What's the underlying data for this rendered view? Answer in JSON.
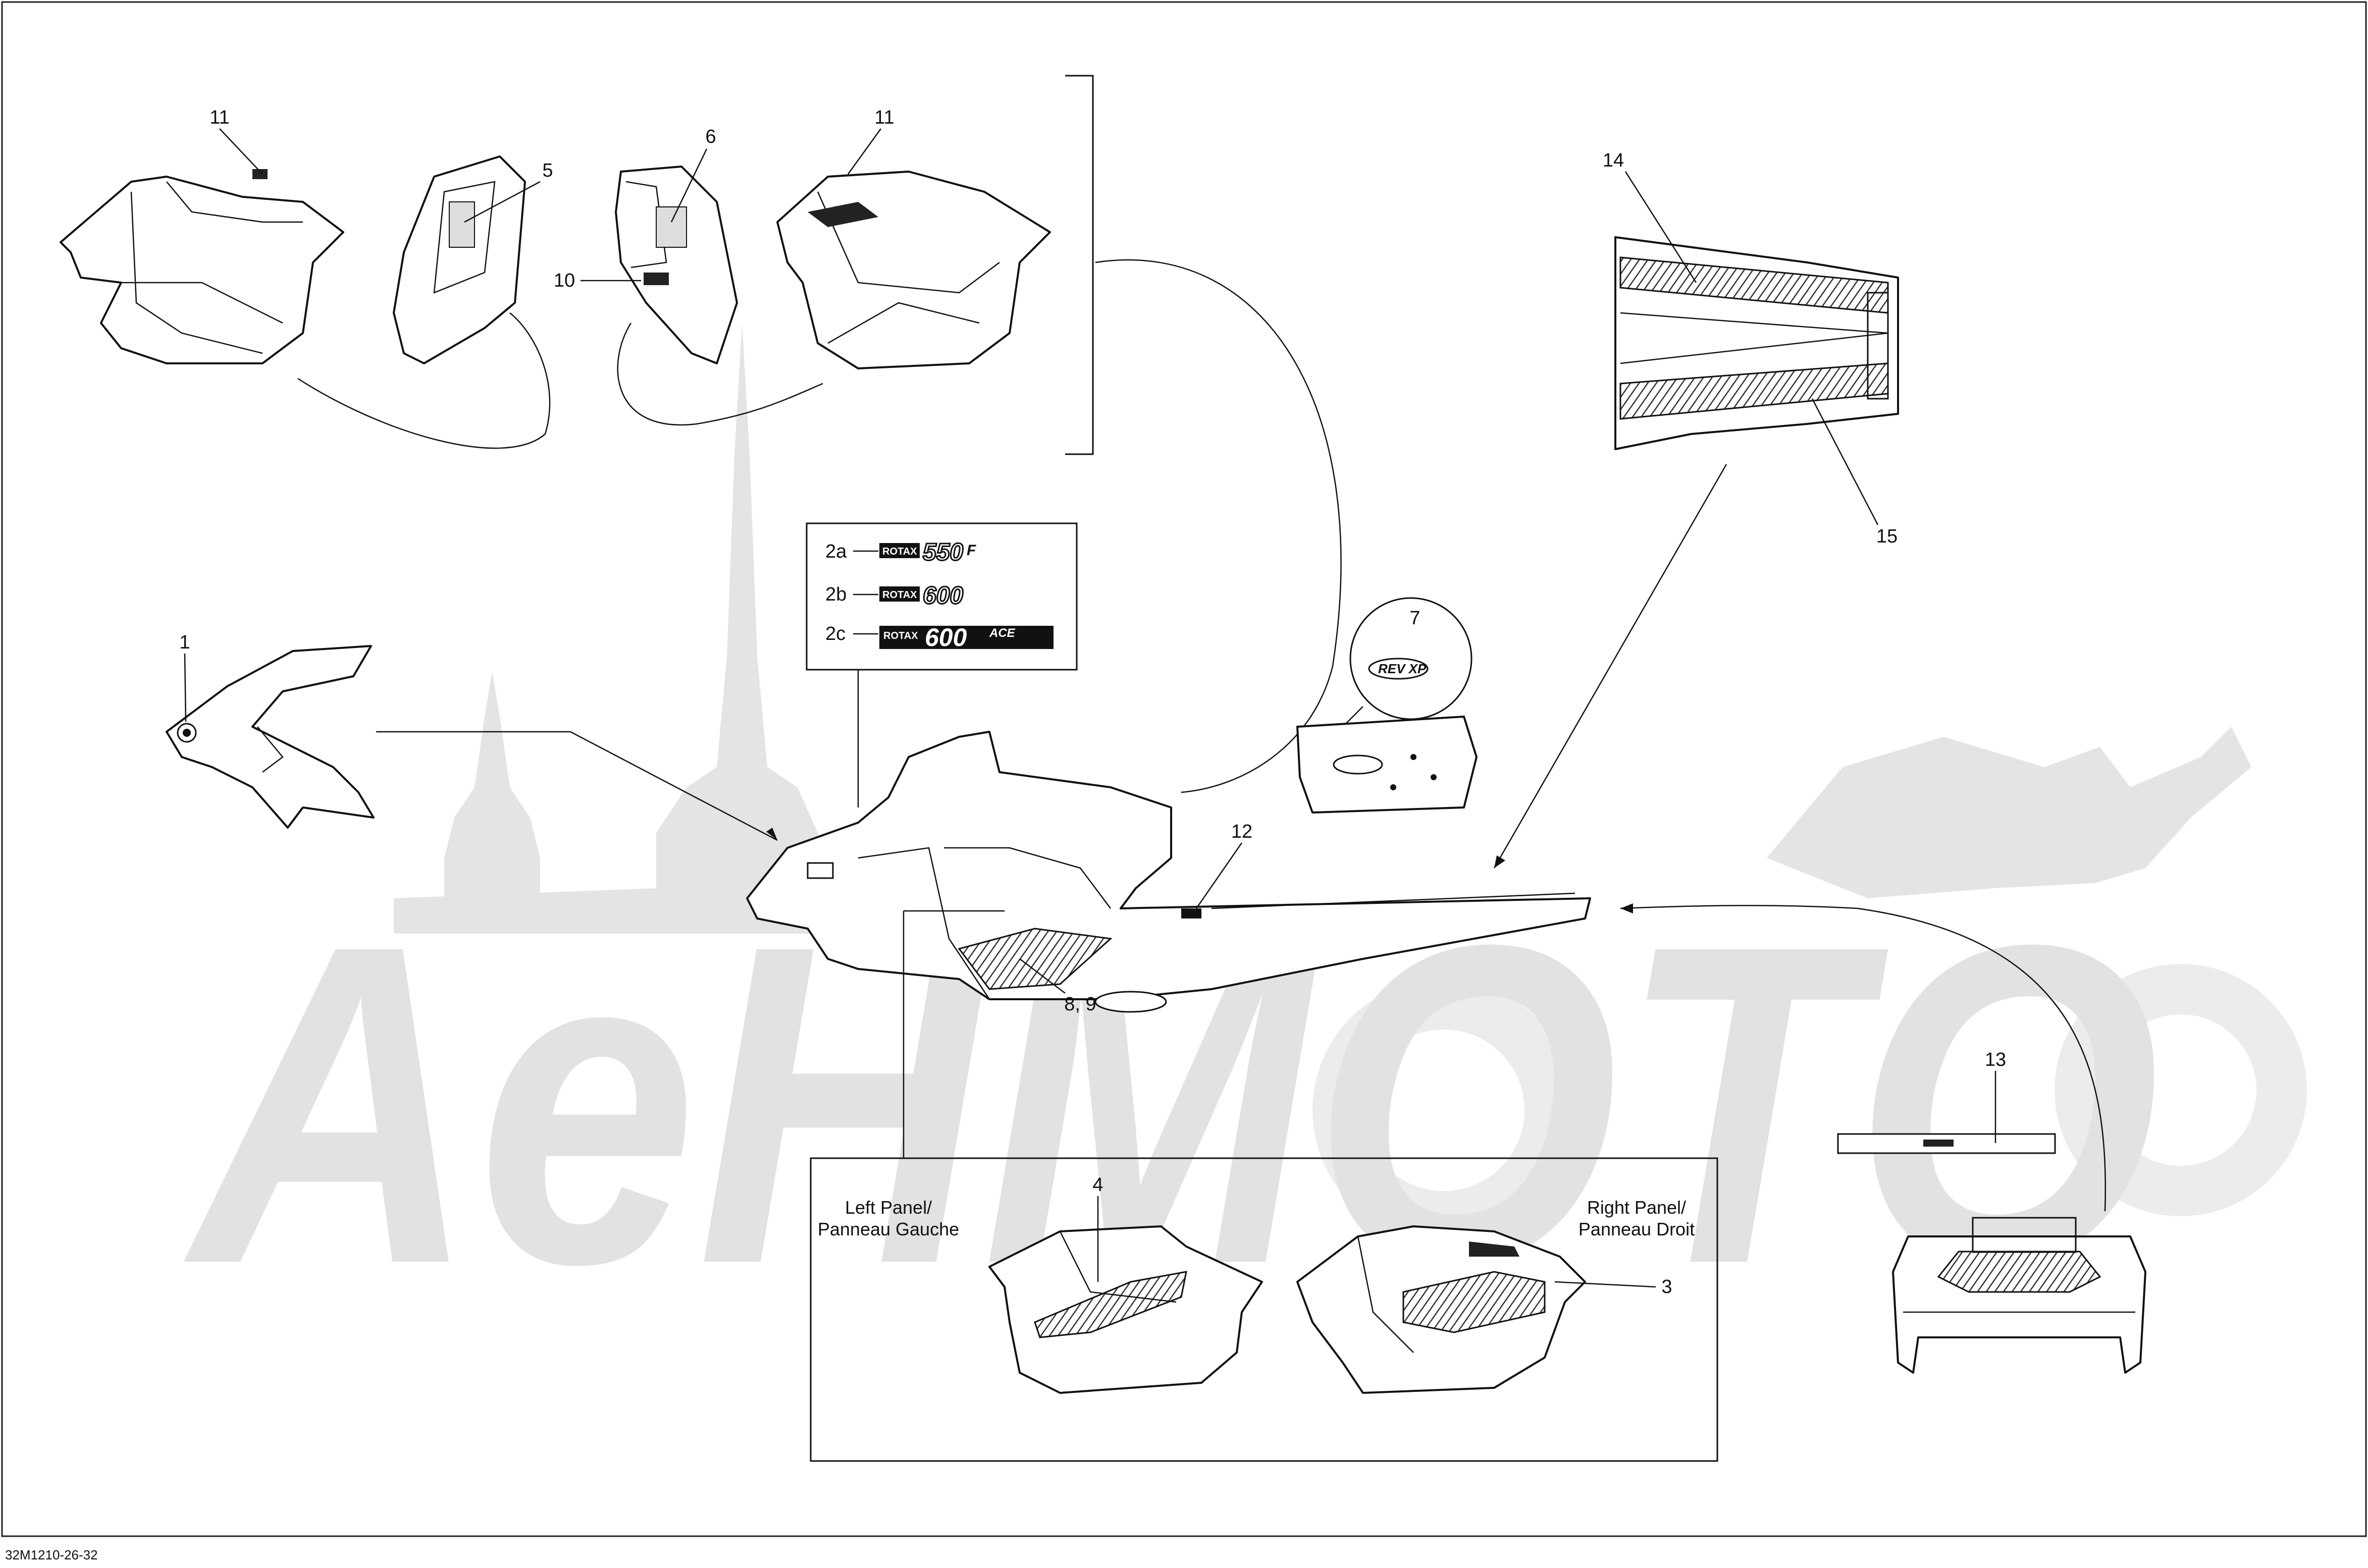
{
  "callouts": {
    "c1": "1",
    "c2a": "2a",
    "c2b": "2b",
    "c2c": "2c",
    "c3": "3",
    "c4": "4",
    "c5": "5",
    "c6": "6",
    "c7": "7",
    "c8_9": "8, 9",
    "c10": "10",
    "c11_left": "11",
    "c11_right": "11",
    "c12": "12",
    "c13": "13",
    "c14": "14",
    "c15": "15"
  },
  "decals": {
    "rotax_label": "ROTAX",
    "engine_550": "550",
    "engine_550_suffix": "F",
    "engine_600": "600",
    "engine_600ace": "600",
    "ace_suffix": "ACE",
    "revxp": "REV XP"
  },
  "panels": {
    "left_en": "Left Panel/",
    "left_fr": "Panneau Gauche",
    "right_en": "Right Panel/",
    "right_fr": "Panneau Droit"
  },
  "footer": {
    "reference": "32M1210-26-32"
  },
  "watermark": {
    "text": "AeHMOTO"
  }
}
